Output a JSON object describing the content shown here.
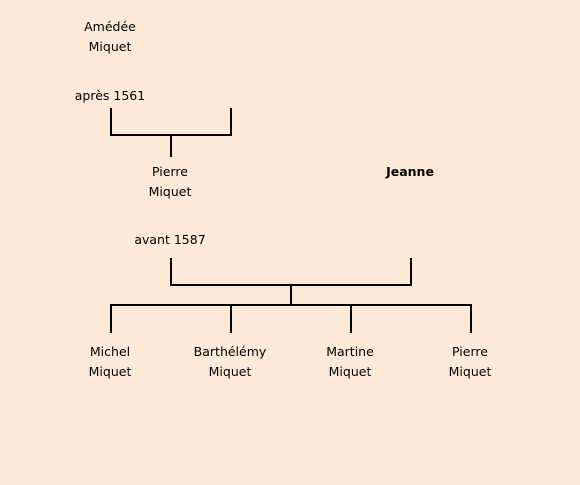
{
  "colors": {
    "background": "#fce9d7",
    "lines": "#000000",
    "text": "#000000"
  },
  "tree": {
    "ancestor": {
      "first": "Amédée",
      "last": "Miquet"
    },
    "ancestor_marriage_date": "après 1561",
    "father": {
      "first": "Pierre",
      "last": "Miquet"
    },
    "mother": {
      "name": "Jeanne"
    },
    "parents_marriage_date": "avant 1587",
    "children": [
      {
        "first": "Michel",
        "last": "Miquet"
      },
      {
        "first": "Barthélémy",
        "last": "Miquet"
      },
      {
        "first": "Martine",
        "last": "Miquet"
      },
      {
        "first": "Pierre",
        "last": "Miquet"
      }
    ]
  }
}
